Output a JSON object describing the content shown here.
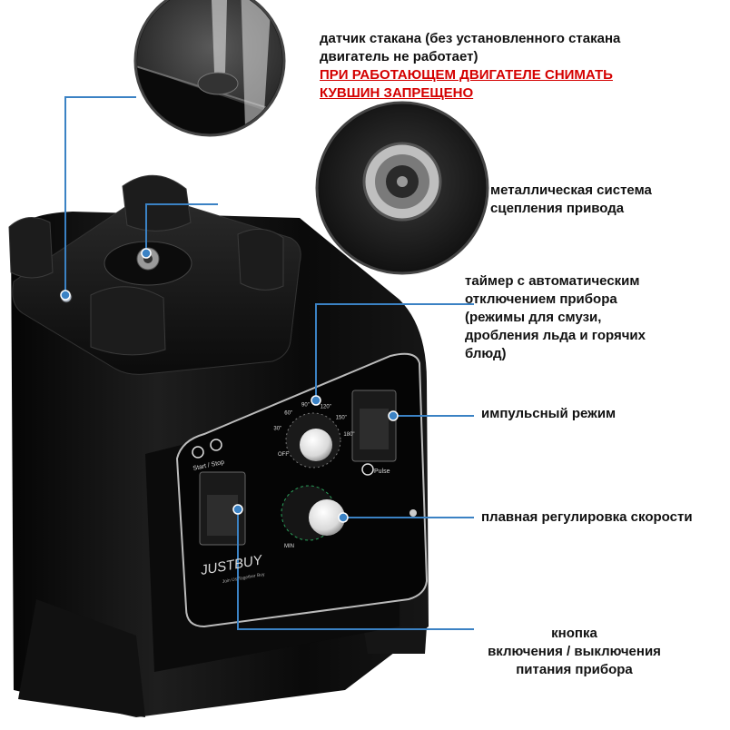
{
  "annotations": {
    "sensor": {
      "line1": "датчик стакана (без установленного стакана",
      "line2": "двигатель не работает)",
      "warning1": "ПРИ РАБОТАЮЩЕМ ДВИГАТЕЛЕ СНИМАТЬ",
      "warning2": "КУВШИН ЗАПРЕЩЕНО"
    },
    "drive": {
      "line1": "металлическая система",
      "line2": "сцепления привода"
    },
    "timer": {
      "line1": "таймер с автоматическим",
      "line2": "отключением прибора",
      "line3": "(режимы для смузи,",
      "line4": "дробления льда и горячих",
      "line5": "блюд)"
    },
    "pulse": {
      "line1": "импульсный режим"
    },
    "speed": {
      "line1": "плавная регулировка скорости"
    },
    "power": {
      "line1": "кнопка",
      "line2": "включения / выключения",
      "line3": "питания прибора"
    }
  },
  "device": {
    "brand": "JUSTBUY",
    "slogan": "Join Us Together Buy",
    "start_stop": "Start / Stop",
    "pulse": "Pulse",
    "min": "MIN",
    "off": "OFF",
    "timer_marks": [
      "30\"",
      "60\"",
      "90\"",
      "120\"",
      "150\"",
      "180\""
    ]
  },
  "colors": {
    "accent": "#3b82c4",
    "warning": "#d40000",
    "body": "#0d0d0d"
  }
}
